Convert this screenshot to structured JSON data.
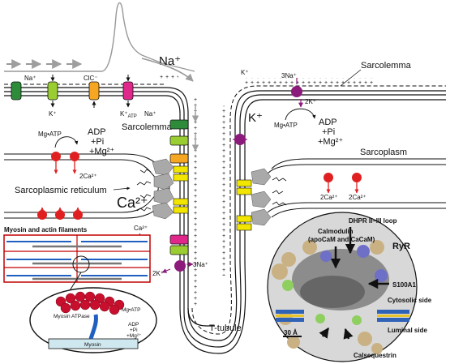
{
  "labels": {
    "na_big": "Na⁺",
    "na_left": "Na⁺",
    "k_left": "K⁺",
    "clc": "ClC⁻",
    "katp": "K⁺",
    "katp_sub": "ATP",
    "na_right_of_katp": "Na⁺",
    "sarcolemma_left": "Sarcolemma",
    "sarcolemma_right": "Sarcolemma",
    "k_top_right": "K⁺",
    "three_na_top": "3Na⁺",
    "two_k_top": "2K⁺",
    "k_big_right": "K⁺",
    "mgatp_right": "Mg•ATP",
    "adp_right": "ADP",
    "pi_right": "+Pi",
    "mg_right": "+Mg²⁺",
    "sarcoplasm": "Sarcoplasm",
    "mgatp_left": "Mg•ATP",
    "adp_left": "ADP",
    "pi_left": "+Pi",
    "mg_left": "+Mg²⁺",
    "two_ca_left": "2Ca²⁺",
    "sr": "Sarcoplasmic reticulum",
    "ca_big": "Ca²⁺",
    "ca_small": "Ca²⁺",
    "two_ca_right_1": "2Ca²⁺",
    "two_ca_right_2": "2Ca²⁺",
    "myosin_actin": "Myosin and actin filaments",
    "two_k_bottom": "2K⁺",
    "three_na_bottom": "3Na⁺",
    "ttubule": "T-tubule",
    "myosin_atpase": "Myosin ATPase",
    "myosin": "Myosin",
    "mgatp_inset": "Mg•ATP",
    "adp_inset": "ADP",
    "pi_inset": "+Pi",
    "mg_inset": "+Mg²⁺",
    "dhpr": "DHPR II–III loop",
    "calmodulin": "Calmodulin",
    "calmodulin_sub": "(apoCaM and CaCaM)",
    "ryr": "RyR",
    "s100a1": "S100A1",
    "cytosolic": "Cytosolic side",
    "luminal": "Luminal side",
    "scale": "30 Å",
    "calsequestrin": "Calsequestrin"
  },
  "colors": {
    "sodium_channel": "#2e8b3a",
    "potassium_channel": "#9acd32",
    "chloride_channel": "#f5a623",
    "katp_channel": "#e0288a",
    "pump": "#8b1a7a",
    "serca": "#e02020",
    "dhpr": "#f2e600",
    "ryr": "#a9a9a9",
    "myosin_head": "#c8102e",
    "filament_frame": "#c00000",
    "actin": "#1f5fbf",
    "membrane_grey": "#9e9e9e"
  }
}
